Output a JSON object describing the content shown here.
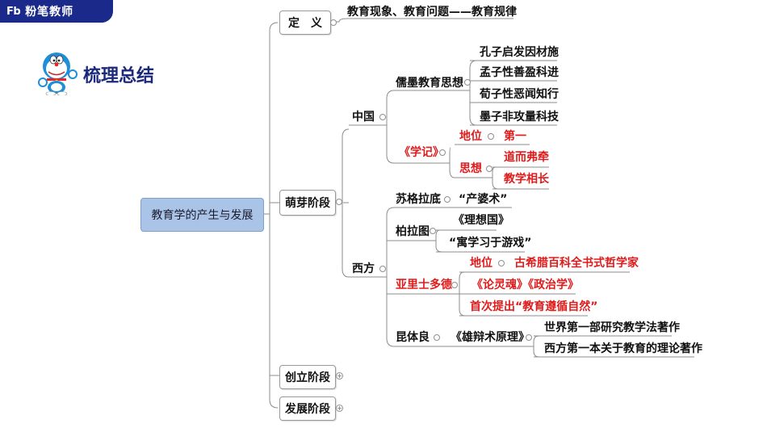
{
  "brand": {
    "logo": "Fb",
    "name": "粉笔教师"
  },
  "section_title": "梳理总结",
  "mindmap": {
    "root": "教育学的产生与发展",
    "definition": {
      "label": "定　义",
      "content": "教育现象、教育问题——教育规律"
    },
    "sprout": {
      "label": "萌芽阶段",
      "china": {
        "label": "中国",
        "confucian": {
          "label": "儒墨教育思想",
          "items": [
            "孔子启发因材施",
            "孟子性善盈科进",
            "荀子性恶闻知行",
            "墨子非攻量科技"
          ]
        },
        "xueji": {
          "label": "《学记》",
          "status_label": "地位",
          "status_value": "第一",
          "thought_label": "思想",
          "thought_items": [
            "道而弗牵",
            "教学相长"
          ]
        }
      },
      "west": {
        "label": "西方",
        "socrates": {
          "label": "苏格拉底",
          "value": "“产婆术”"
        },
        "plato": {
          "label": "柏拉图",
          "items": [
            "《理想国》",
            "“寓学习于游戏”"
          ]
        },
        "aristotle": {
          "label": "亚里士多德",
          "status_label": "地位",
          "status_value": "古希腊百科全书式哲学家",
          "works": "《论灵魂》《政治学》",
          "first": "首次提出“教育遵循自然”"
        },
        "quintilian": {
          "label": "昆体良",
          "book": "《雄辩术原理》",
          "notes": [
            "世界第一部研究教学法著作",
            "西方第一本关于教育的理论著作"
          ]
        }
      }
    },
    "founding": {
      "label": "创立阶段"
    },
    "developing": {
      "label": "发展阶段"
    }
  },
  "colors": {
    "banner": "#1b2a8a",
    "root_fill": "#a9c4e6",
    "highlight": "#e01b1b",
    "title": "#1c2a7c"
  }
}
